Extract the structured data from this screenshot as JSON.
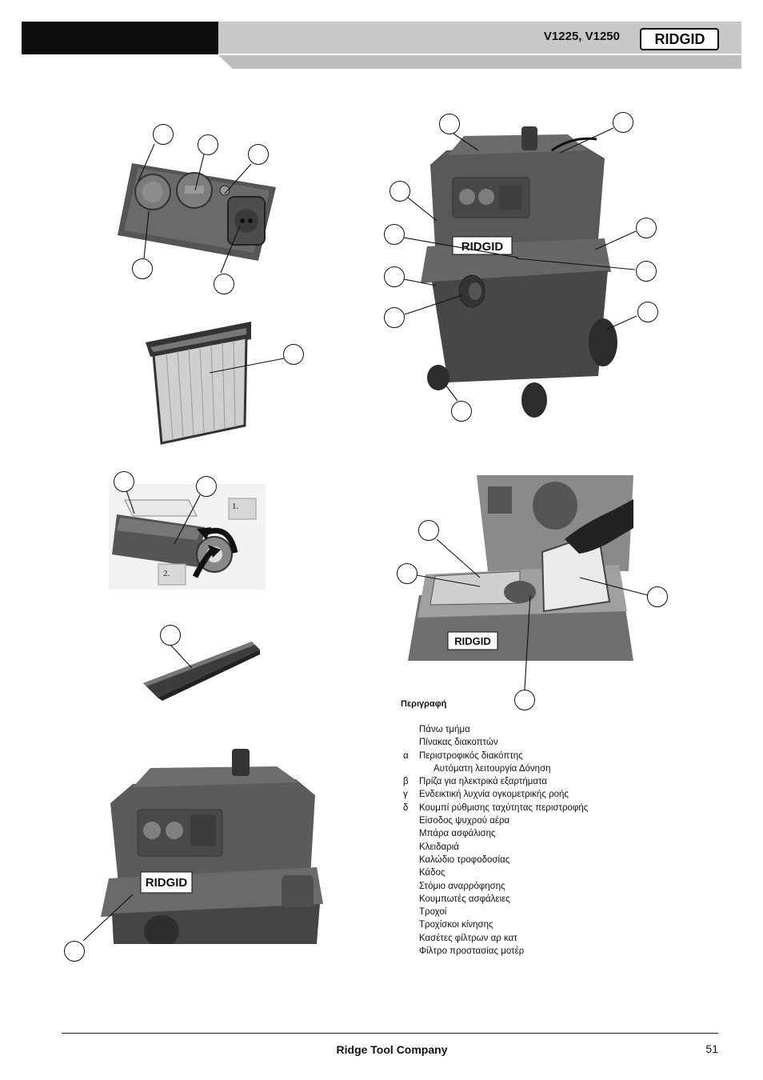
{
  "header": {
    "title": "V1225, V1250",
    "logo": "RIDGID"
  },
  "figures": {
    "control_panel": {
      "icon": "control-panel-illustration"
    },
    "filter_cassette": {
      "icon": "filter-cassette-illustration"
    },
    "filter_replacement_steps": {
      "step1": "1.",
      "step2": "2."
    },
    "floor_nozzle": {
      "icon": "floor-nozzle-illustration"
    },
    "vacuum_main": {
      "logo": "RIDGID"
    },
    "vacuum_open": {
      "logo": "RIDGID"
    },
    "vacuum_front": {
      "logo": "RIDGID"
    }
  },
  "description": {
    "heading": "Περιγραφή",
    "items": [
      {
        "marker": "",
        "text": "Πάνω τμήμα"
      },
      {
        "marker": "",
        "text": "Πίνακας διακοπτών"
      },
      {
        "marker": "α",
        "text": "Περιστροφικός διακόπτης"
      },
      {
        "marker": "",
        "text": "Αυτόματη λειτουργία Δόνηση",
        "indent": true
      },
      {
        "marker": "β",
        "text": "Πρίζα για ηλεκτρικά εξαρτήματα"
      },
      {
        "marker": "γ",
        "text": "Ενδεικτική λυχνία ογκομετρικής ροής"
      },
      {
        "marker": "δ",
        "text": "Κουμπί ρύθμισης ταχύτητας περιστροφής"
      },
      {
        "marker": "",
        "text": "Είσοδος ψυχρού αέρα"
      },
      {
        "marker": "",
        "text": "Μπάρα ασφάλισης"
      },
      {
        "marker": "",
        "text": "Κλειδαριά"
      },
      {
        "marker": "",
        "text": "Καλώδιο τροφοδοσίας"
      },
      {
        "marker": "",
        "text": "Κάδος"
      },
      {
        "marker": "",
        "text": "Στόμιο αναρρόφησης"
      },
      {
        "marker": "",
        "text": "Κουμπωτές ασφάλειες"
      },
      {
        "marker": "",
        "text": "Τροχοί"
      },
      {
        "marker": "",
        "text": "Τροχίσκοι κίνησης"
      },
      {
        "marker": "",
        "text": "Κασέτες φίλτρων   αρ  κατ"
      },
      {
        "marker": "",
        "text": "Φίλτρο προστασίας μοτέρ"
      }
    ]
  },
  "footer": {
    "company": "Ridge Tool Company",
    "page": "51"
  }
}
